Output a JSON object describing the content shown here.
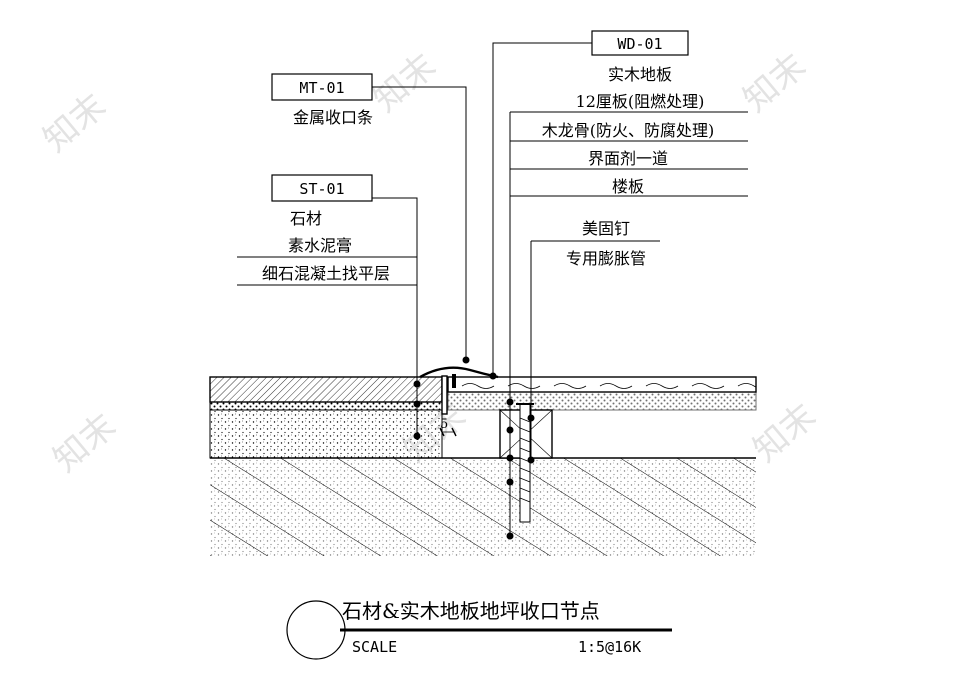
{
  "watermark": "知末",
  "tags": {
    "wd": "WD-01",
    "mt": "MT-01",
    "st": "ST-01"
  },
  "wood_layers": [
    "实木地板",
    "12厘板(阻燃处理)",
    "木龙骨(防火、防腐处理)",
    "界面剂一道",
    "楼板"
  ],
  "anchor_labels": [
    "美固钉",
    "专用膨胀管"
  ],
  "metal_label": "金属收口条",
  "stone_layers": [
    "石材",
    "素水泥膏",
    "细石混凝土找平层"
  ],
  "dimension": "5",
  "title_block": {
    "title": "石材&实木地板地坪收口节点",
    "scale_label": "SCALE",
    "scale_value": "1:5@16K"
  },
  "colors": {
    "line": "#000000",
    "watermark": "#e3e3e3"
  }
}
